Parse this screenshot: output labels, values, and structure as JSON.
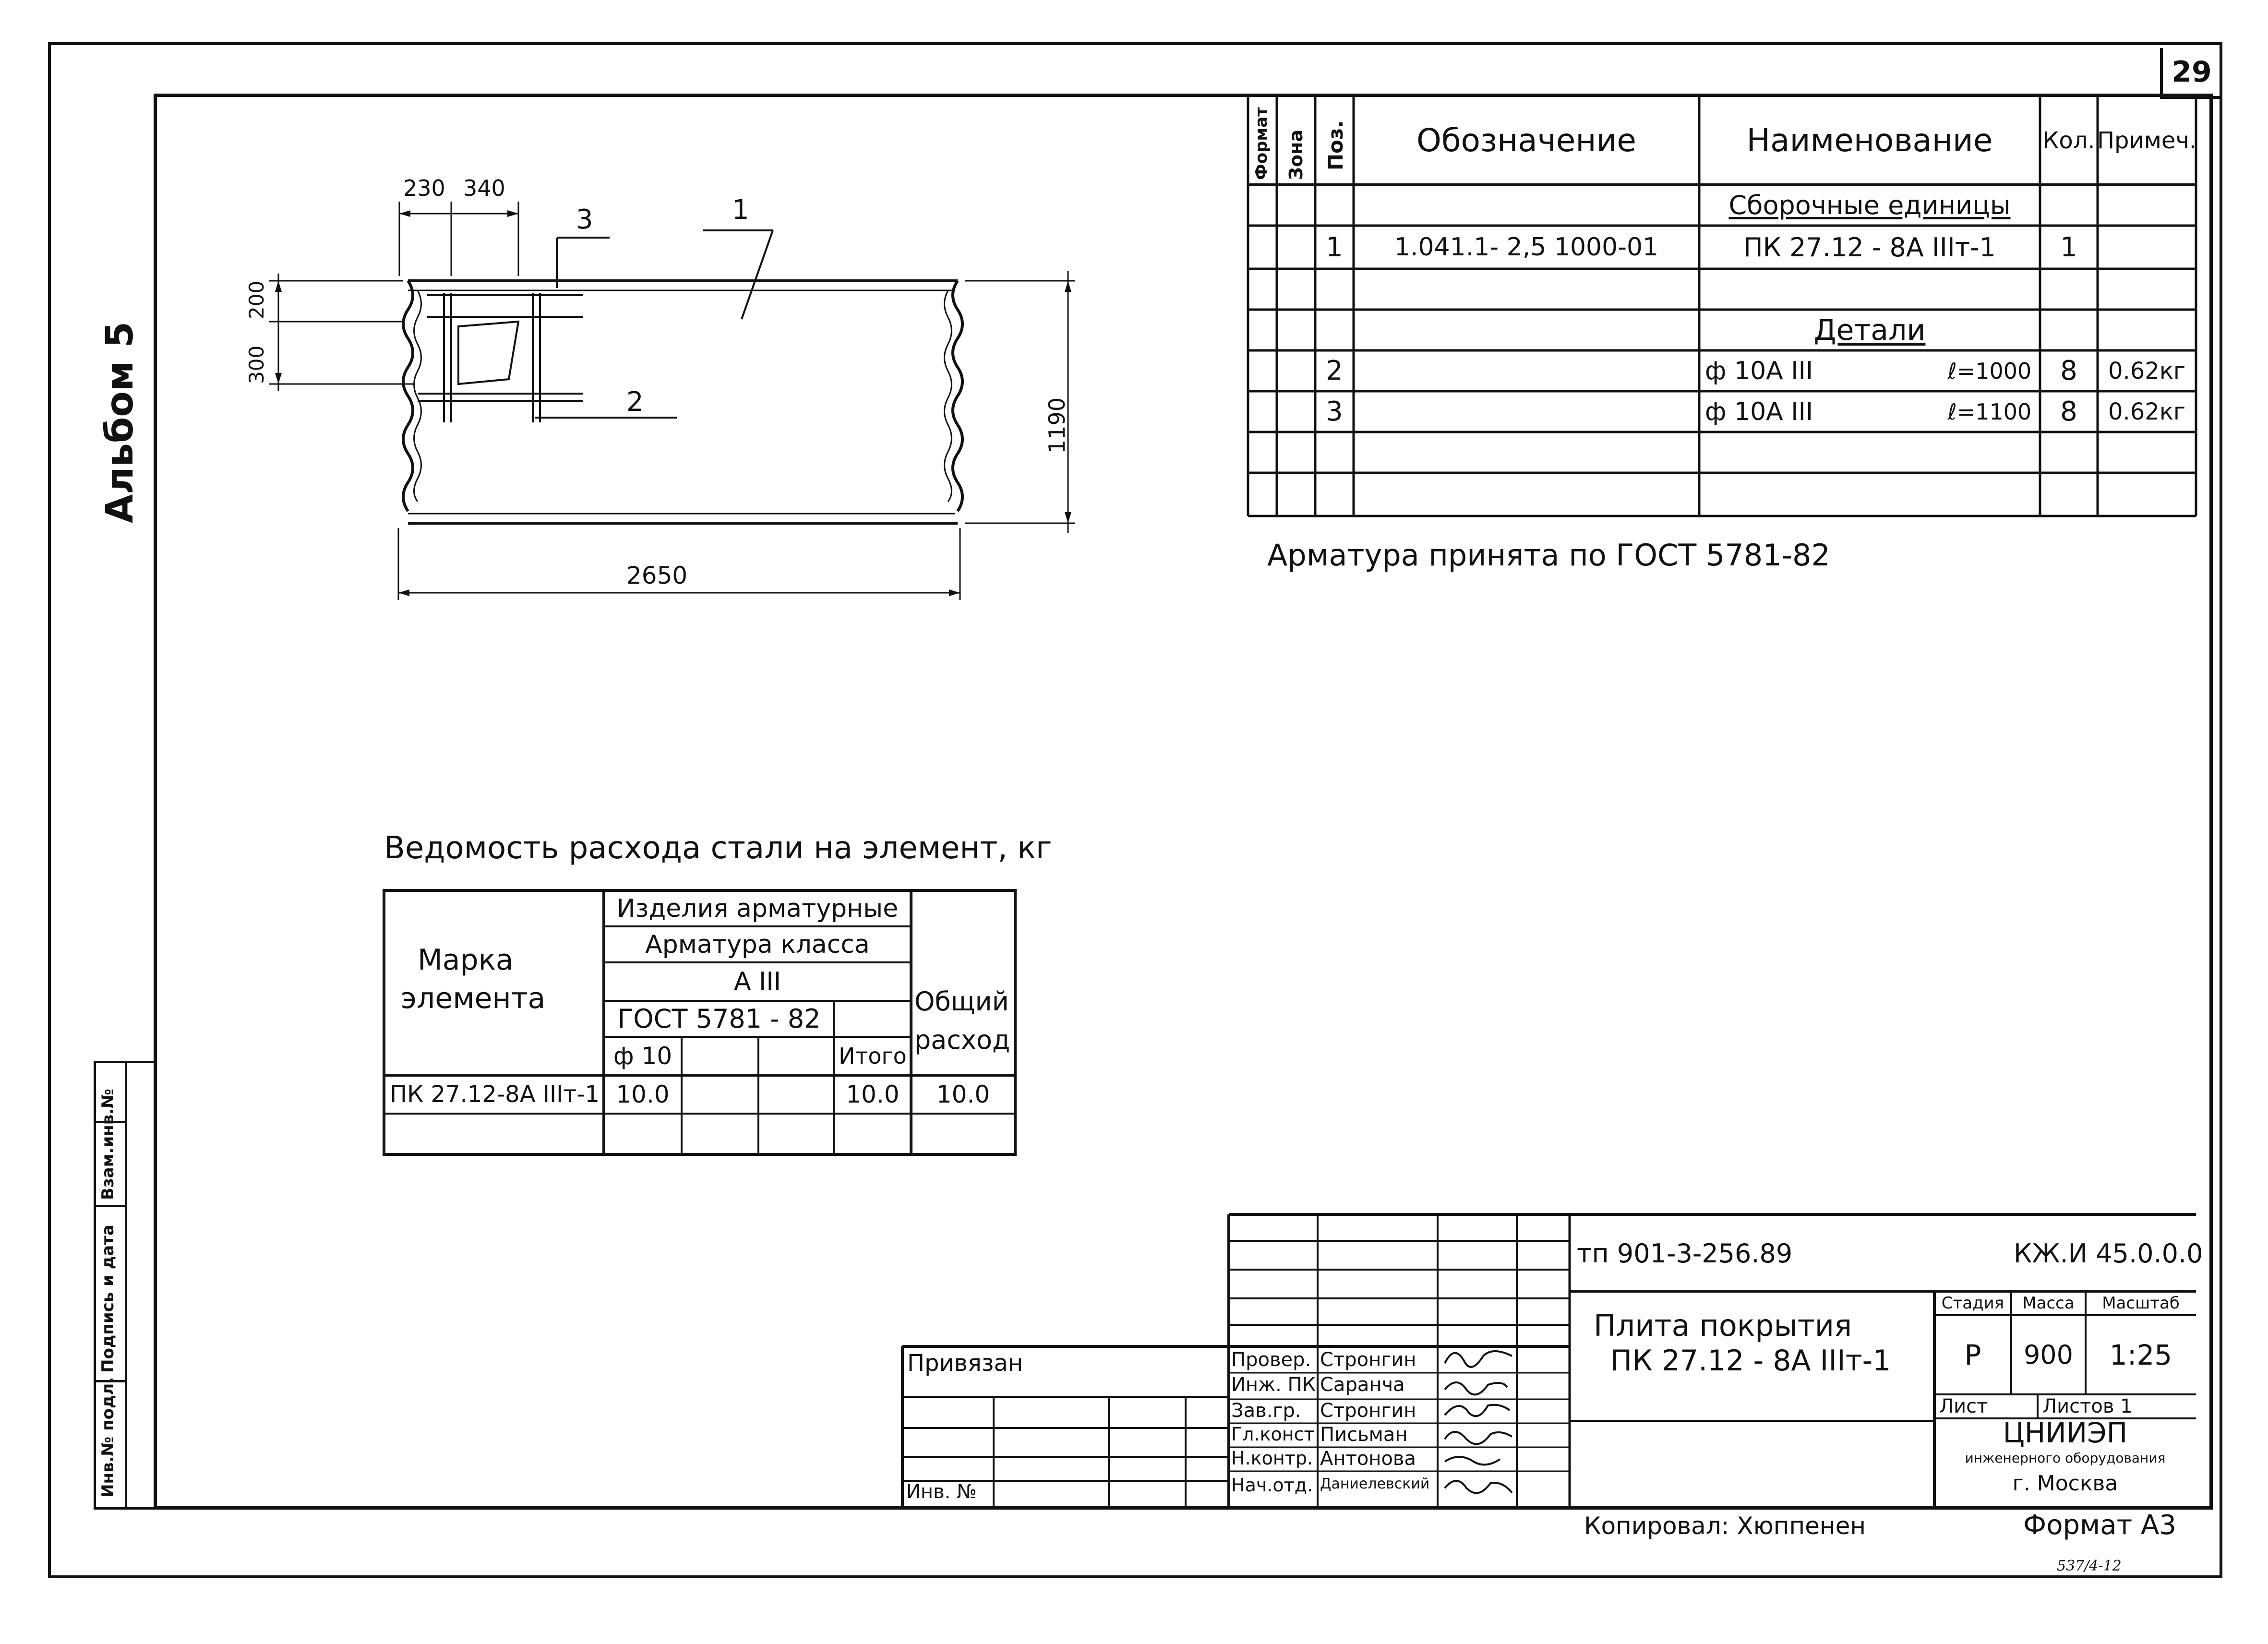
{
  "sheet": {
    "page_number": "29",
    "album_label": "Альбом 5",
    "stamp": "537/4-12",
    "copied_by": "Копировал: Хюппенен",
    "format": "Формат А3"
  },
  "side_strip": {
    "labels": [
      "Инв.№ подл.",
      "Подпись и дата",
      "Взам.инв.№"
    ]
  },
  "drawing": {
    "dims": {
      "d230": "230",
      "d340": "340",
      "d200": "200",
      "d300": "300",
      "d1190": "1190",
      "d2650": "2650"
    },
    "callouts": {
      "c1": "1",
      "c2": "2",
      "c3": "3"
    }
  },
  "spec": {
    "headers": {
      "format": "Формат",
      "zone": "Зона",
      "pos": "Поз.",
      "designation": "Обозначение",
      "name": "Наименование",
      "qty": "Кол.",
      "note": "Примеч."
    },
    "section_assembly": "Сборочные единицы",
    "section_details": "Детали",
    "rows": [
      {
        "pos": "1",
        "designation": "1.041.1- 2,5 1000-01",
        "name": "ПК 27.12 - 8А IIIт-1",
        "length": "",
        "qty": "1",
        "note": ""
      },
      {
        "pos": "2",
        "designation": "",
        "name": "ф 10А III",
        "length": "ℓ=1000",
        "qty": "8",
        "note": "0.62кг"
      },
      {
        "pos": "3",
        "designation": "",
        "name": "ф 10А III",
        "length": "ℓ=1100",
        "qty": "8",
        "note": "0.62кг"
      }
    ],
    "note_below": "Арматура принята по ГОСТ 5781-82"
  },
  "steel": {
    "title": "Ведомость расхода стали на элемент, кг",
    "header_mark": "Марка элемента",
    "header_mark_l1": "Марка",
    "header_mark_l2": "элемента",
    "header_products": "Изделия арматурные",
    "header_class": "Арматура класса",
    "header_grade": "А III",
    "header_gost": "ГОСТ 5781 - 82",
    "header_d10": "ф 10",
    "header_total": "Итого",
    "header_common_l1": "Общий",
    "header_common_l2": "расход",
    "row": {
      "mark": "ПК 27.12-8А IIIт-1",
      "d10": "10.0",
      "total": "10.0",
      "common": "10.0"
    }
  },
  "title_block": {
    "bound": "Привязан",
    "inv_no": "Инв. №",
    "doc_code": "тп 901-3-256.89",
    "sheet_code": "КЖ.И 45.0.0.0",
    "title_l1": "Плита покрытия",
    "title_l2": "ПК 27.12 - 8А IIIт-1",
    "stage_h": "Стадия",
    "mass_h": "Масса",
    "scale_h": "Масштаб",
    "stage": "Р",
    "mass": "900",
    "scale": "1:25",
    "sheet_h": "Лист",
    "sheets_h": "Листов 1",
    "org_l1": "ЦНИИЭП",
    "org_l2": "инженерного оборудования",
    "org_l3": "г. Москва",
    "roles": [
      {
        "role": "Провер.",
        "name": "Стронгин"
      },
      {
        "role": "Инж. ПК",
        "name": "Саранча"
      },
      {
        "role": "Зав.гр.",
        "name": "Стронгин"
      },
      {
        "role": "Гл.конст",
        "name": "Письман"
      },
      {
        "role": "Н.контр.",
        "name": "Антонова"
      },
      {
        "role": "Нач.отд.",
        "name": "Даниелевский"
      }
    ]
  }
}
